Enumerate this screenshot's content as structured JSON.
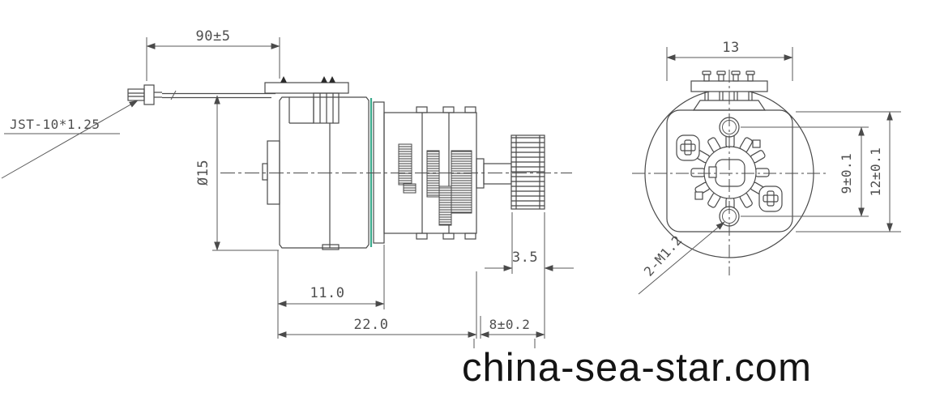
{
  "drawing": {
    "type": "technical-engineering-drawing",
    "subject": "12mm geared micro stepper motor, side view and front view with dimensions"
  },
  "side_view": {
    "wire_length_dim": "90±5",
    "connector_label": "JST-10*1.25",
    "diameter_dim": "Ø15",
    "motor_length_dim": "11.0",
    "body_length_dim": "22.0",
    "pinion_width_dim": "3.5",
    "shaft_length_dim": "8±0.2"
  },
  "front_view": {
    "width_dim": "13",
    "hole_spacing_dim": "9±0.1",
    "height_dim": "12±0.1",
    "mount_holes_label": "2-M1.2"
  },
  "watermark": {
    "text": "china-sea-star.com"
  },
  "colors": {
    "line": "#4a4a4a",
    "dimension": "#4f4f4f",
    "accent_seam": "#3aa98b",
    "watermark": "#141414",
    "background": "#ffffff"
  }
}
